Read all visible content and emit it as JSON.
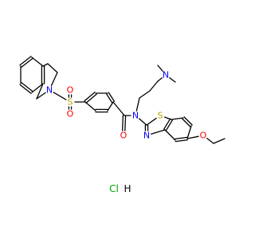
{
  "structure": {
    "atoms": {
      "s_sulfonyl": "S",
      "o_sulfonyl_top": "O",
      "o_sulfonyl_bottom": "O",
      "n_isoquinoline": "N",
      "n_amide": "N",
      "o_amide": "O",
      "n_dimethylamino": "N",
      "s_thiazole": "S",
      "n_thiazole": "N",
      "o_ethoxy": "O"
    },
    "salt": {
      "cl": "Cl",
      "h": "H"
    }
  },
  "colors": {
    "bond": "#000000",
    "carbon_label": "#000000",
    "nitrogen": "#0000ff",
    "oxygen": "#ff0000",
    "sulfur": "#b8a000",
    "chlorine": "#00a000",
    "hydrogen": "#000000"
  }
}
